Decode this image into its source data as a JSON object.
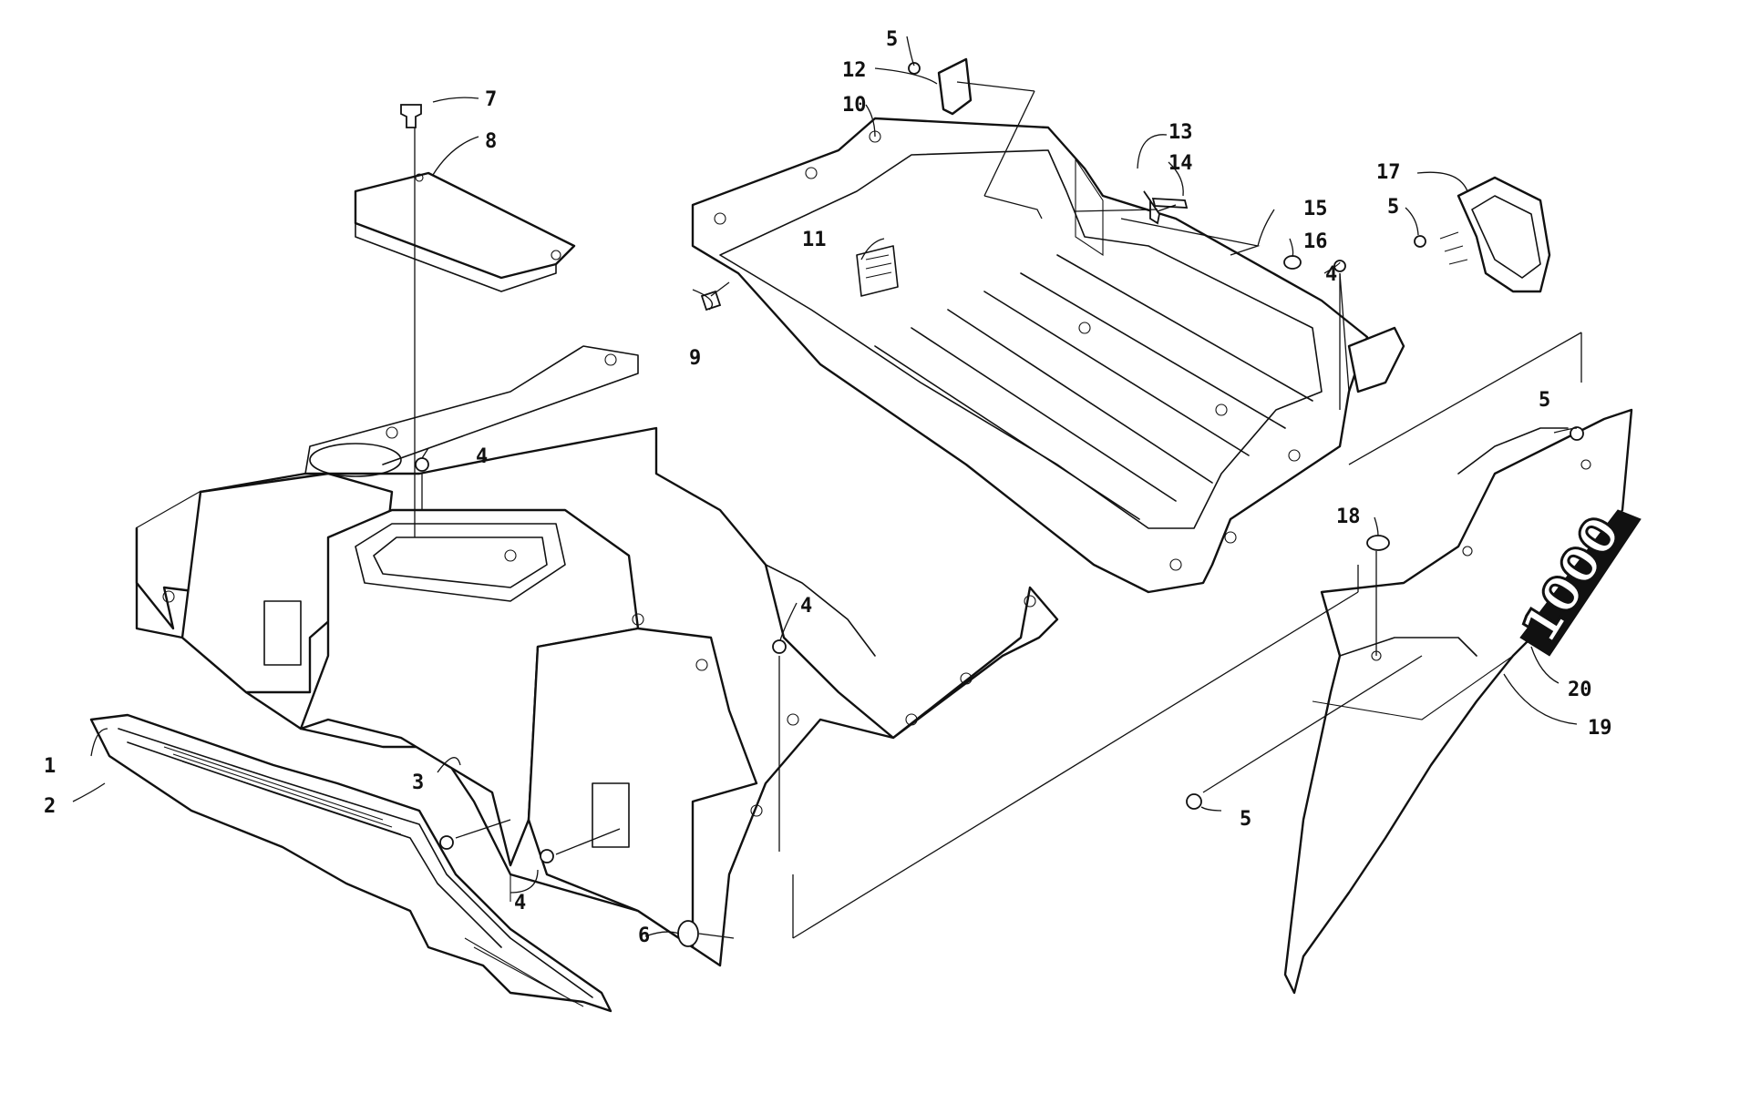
{
  "callouts": {
    "c1": "1",
    "c2": "2",
    "c3": "3",
    "c4a": "4",
    "c4b": "4",
    "c4c": "4",
    "c4d": "4",
    "c5a": "5",
    "c5b": "5",
    "c5c": "5",
    "c5d": "5",
    "c6": "6",
    "c7": "7",
    "c8": "8",
    "c9": "9",
    "c10": "10",
    "c11": "11",
    "c12": "12",
    "c13": "13",
    "c14": "14",
    "c15": "15",
    "c16": "16",
    "c17": "17",
    "c18": "18",
    "c19": "19",
    "c20": "20"
  },
  "decal_badge": "1000"
}
